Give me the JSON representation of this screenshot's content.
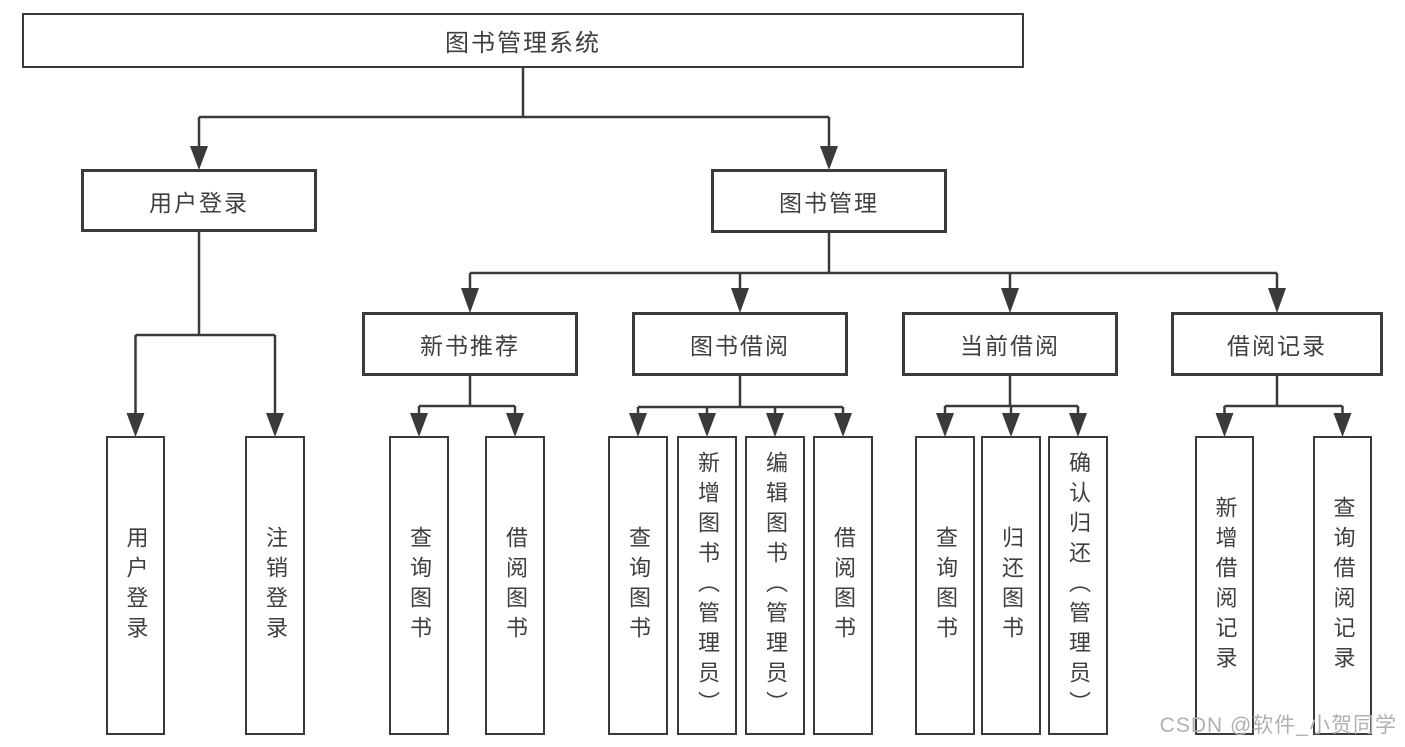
{
  "diagram": {
    "title": "图书管理系统",
    "nodes": {
      "root": "图书管理系统",
      "level2": [
        "用户登录",
        "图书管理"
      ],
      "level3": [
        "新书推荐",
        "图书借阅",
        "当前借阅",
        "借阅记录"
      ],
      "leaves_user_login": [
        "用户登录",
        "注销登录"
      ],
      "leaves_new_books": [
        "查询图书",
        "借阅图书"
      ],
      "leaves_book_borrow": [
        "查询图书",
        "新增图书（管理员）",
        "编辑图书（管理员）",
        "借阅图书"
      ],
      "leaves_current_borrow": [
        "查询图书",
        "归还图书",
        "确认归还（管理员）"
      ],
      "leaves_borrow_records": [
        "新增借阅记录",
        "查询借阅记录"
      ]
    },
    "colors": {
      "line": "#3a3a3a",
      "text": "#3f3f3f",
      "background": "#ffffff",
      "watermark": "#b0b0b0"
    }
  },
  "watermark": {
    "text": "CSDN @软件_小贺同学"
  }
}
